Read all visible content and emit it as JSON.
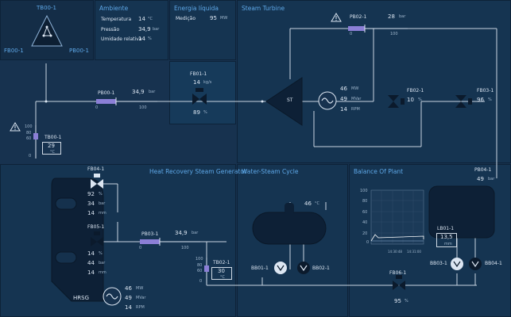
{
  "tb800": {
    "title": "TB00-1",
    "left": "FB00-1",
    "right": "PB00-1"
  },
  "ambiente": {
    "title": "Ambiente",
    "rows": [
      {
        "label": "Temperatura",
        "value": "14",
        "unit": "°C"
      },
      {
        "label": "Pressão",
        "value": "34,9",
        "unit": "bar"
      },
      {
        "label": "Umidade relativa",
        "value": "14",
        "unit": "%"
      }
    ]
  },
  "energia": {
    "title": "Energia líquida",
    "label": "Medição",
    "value": "95",
    "unit": "MW"
  },
  "steam_turbine": {
    "title": "Steam Turbine",
    "st_label": "ST",
    "pb02": {
      "label": "PB02-1",
      "value": "28",
      "unit": "bar",
      "scale_min": "0",
      "scale_max": "100"
    },
    "gen": {
      "mw": "46",
      "mw_unit": "MW",
      "mvar": "49",
      "mvar_unit": "MVar",
      "rpm": "14",
      "rpm_unit": "RPM"
    },
    "fb02": {
      "label": "FB02-1",
      "value": "10",
      "unit": "%"
    },
    "fb03": {
      "label": "FB03-1",
      "value": "96",
      "unit": "%"
    }
  },
  "fb01": {
    "label": "FB01-1",
    "flow": "14",
    "flow_unit": "kg/s",
    "value": "89",
    "unit": "%"
  },
  "pb00": {
    "label": "PB00-1",
    "value": "34,9",
    "unit": "bar",
    "scale_min": "0",
    "scale_max": "100"
  },
  "tb00": {
    "label": "TB00-1",
    "value": "29",
    "unit": "°C",
    "ticks": [
      "100",
      "80",
      "60",
      "0"
    ]
  },
  "hrsg": {
    "title": "Heat Recovery Steam Generator",
    "name": "HRSG",
    "fb04": {
      "label": "FB04-1",
      "pct": "92",
      "pct_unit": "%",
      "bar": "34",
      "bar_unit": "bar",
      "mm": "14",
      "mm_unit": "mm"
    },
    "fb05": {
      "label": "FB05-1",
      "pct": "14",
      "pct_unit": "%",
      "bar": "44",
      "bar_unit": "bar",
      "mm": "14",
      "mm_unit": "mm"
    },
    "pb03": {
      "label": "PB03-1",
      "value": "34,9",
      "unit": "bar",
      "scale_min": "0",
      "scale_max": "100"
    },
    "tb02": {
      "label": "TB02-1",
      "value": "30",
      "unit": "°C",
      "ticks": [
        "100",
        "80",
        "60",
        "0"
      ]
    },
    "gen": {
      "mw": "46",
      "mw_unit": "MW",
      "mvar": "49",
      "mvar_unit": "MVar",
      "rpm": "14",
      "rpm_unit": "RPM"
    }
  },
  "wsc": {
    "title": "Water-Steam Cycle",
    "temp": "46",
    "temp_unit": "°C",
    "bb01": "BB01-1",
    "bb02": "BB02-1"
  },
  "bop": {
    "title": "Balance Of Plant",
    "pb04": {
      "label": "PB04-1",
      "value": "49",
      "unit": "bar"
    },
    "chart_yticks": [
      "100",
      "80",
      "60",
      "40",
      "20",
      "0"
    ],
    "chart_xticks": [
      "14:30:48",
      "14:31:00"
    ],
    "lb01": {
      "label": "LB01-1",
      "value": "13,5",
      "unit": "mm"
    },
    "bb03": "BB03-1",
    "bb04": "BB04-1",
    "fb06": {
      "label": "FB06-1",
      "value": "95",
      "unit": "%"
    }
  },
  "colors": {
    "bg": "#17324f",
    "panel": "#153451",
    "accent": "#5ea8e8",
    "pipe": "#c9d5e1",
    "valve": "#0b1a2c"
  }
}
